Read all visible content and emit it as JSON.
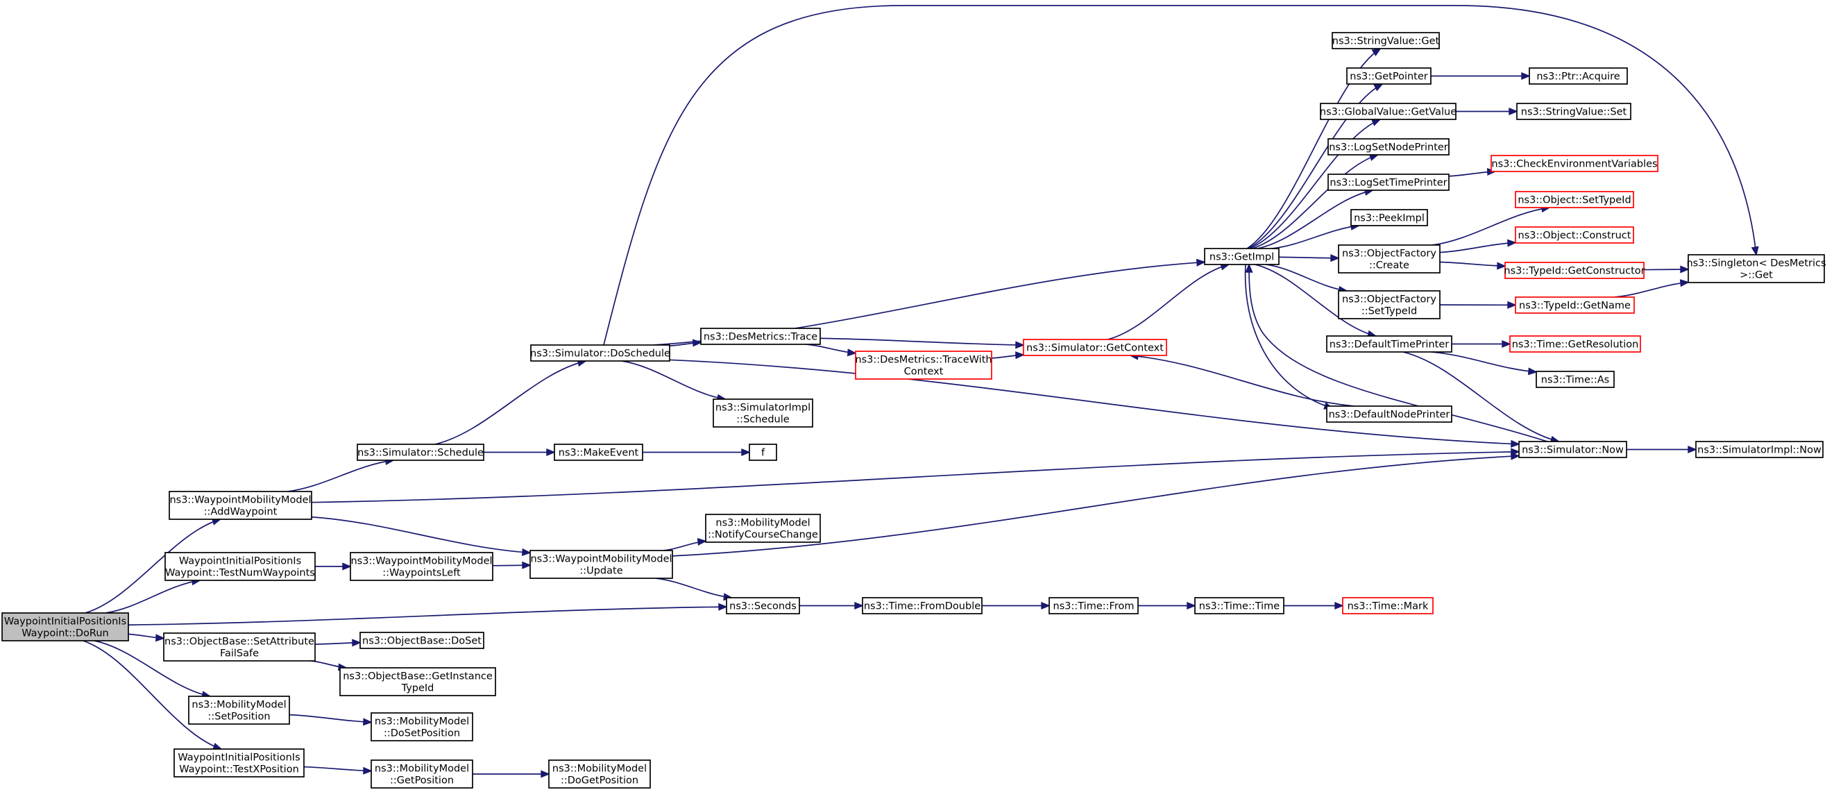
{
  "colors": {
    "edge": "#191970",
    "node_border": "#000000",
    "node_border_incomplete": "#ff0000",
    "root_fill": "#bfbfbf",
    "node_fill": "#ffffff"
  },
  "nodes": [
    {
      "id": "root",
      "lines": [
        "WaypointInitialPositionIs",
        "Waypoint::DoRun"
      ],
      "root": true
    },
    {
      "id": "addWaypoint",
      "lines": [
        "ns3::WaypointMobilityModel",
        "::AddWaypoint"
      ]
    },
    {
      "id": "testNum",
      "lines": [
        "WaypointInitialPositionIs",
        "Waypoint::TestNumWaypoints"
      ]
    },
    {
      "id": "setAttr",
      "lines": [
        "ns3::ObjectBase::SetAttribute",
        "FailSafe"
      ]
    },
    {
      "id": "setPos",
      "lines": [
        "ns3::MobilityModel",
        "::SetPosition"
      ]
    },
    {
      "id": "testX",
      "lines": [
        "WaypointInitialPositionIs",
        "Waypoint::TestXPosition"
      ]
    },
    {
      "id": "schedule",
      "lines": [
        "ns3::Simulator::Schedule"
      ]
    },
    {
      "id": "waypointsLeft",
      "lines": [
        "ns3::WaypointMobilityModel",
        "::WaypointsLeft"
      ]
    },
    {
      "id": "doSet",
      "lines": [
        "ns3::ObjectBase::DoSet"
      ]
    },
    {
      "id": "getInstanceTypeId",
      "lines": [
        "ns3::ObjectBase::GetInstance",
        "TypeId"
      ]
    },
    {
      "id": "doSetPos",
      "lines": [
        "ns3::MobilityModel",
        "::DoSetPosition"
      ]
    },
    {
      "id": "getPos",
      "lines": [
        "ns3::MobilityModel",
        "::GetPosition"
      ]
    },
    {
      "id": "doGetPos",
      "lines": [
        "ns3::MobilityModel",
        "::DoGetPosition"
      ]
    },
    {
      "id": "doSchedule",
      "lines": [
        "ns3::Simulator::DoSchedule"
      ]
    },
    {
      "id": "makeEvent",
      "lines": [
        "ns3::MakeEvent"
      ]
    },
    {
      "id": "f",
      "lines": [
        "f"
      ]
    },
    {
      "id": "update",
      "lines": [
        "ns3::WaypointMobilityModel",
        "::Update"
      ]
    },
    {
      "id": "notify",
      "lines": [
        "ns3::MobilityModel",
        "::NotifyCourseChange"
      ]
    },
    {
      "id": "seconds",
      "lines": [
        "ns3::Seconds"
      ]
    },
    {
      "id": "fromDouble",
      "lines": [
        "ns3::Time::FromDouble"
      ]
    },
    {
      "id": "from",
      "lines": [
        "ns3::Time::From"
      ]
    },
    {
      "id": "timeTime",
      "lines": [
        "ns3::Time::Time"
      ]
    },
    {
      "id": "timeMark",
      "lines": [
        "ns3::Time::Mark"
      ],
      "incomplete": true
    },
    {
      "id": "desTrace",
      "lines": [
        "ns3::DesMetrics::Trace"
      ]
    },
    {
      "id": "traceWithContext",
      "lines": [
        "ns3::DesMetrics::TraceWith",
        "Context"
      ],
      "incomplete": true
    },
    {
      "id": "simImplSchedule",
      "lines": [
        "ns3::SimulatorImpl",
        "::Schedule"
      ]
    },
    {
      "id": "getContext",
      "lines": [
        "ns3::Simulator::GetContext"
      ],
      "incomplete": true
    },
    {
      "id": "getImpl",
      "lines": [
        "ns3::GetImpl"
      ]
    },
    {
      "id": "stringGet",
      "lines": [
        "ns3::StringValue::Get"
      ]
    },
    {
      "id": "getPointer",
      "lines": [
        "ns3::GetPointer"
      ]
    },
    {
      "id": "ptrAcquire",
      "lines": [
        "ns3::Ptr::Acquire"
      ]
    },
    {
      "id": "globalGet",
      "lines": [
        "ns3::GlobalValue::GetValue"
      ]
    },
    {
      "id": "stringSet",
      "lines": [
        "ns3::StringValue::Set"
      ]
    },
    {
      "id": "logSetNode",
      "lines": [
        "ns3::LogSetNodePrinter"
      ]
    },
    {
      "id": "logSetTime",
      "lines": [
        "ns3::LogSetTimePrinter"
      ]
    },
    {
      "id": "checkEnv",
      "lines": [
        "ns3::CheckEnvironmentVariables"
      ],
      "incomplete": true
    },
    {
      "id": "peekImpl",
      "lines": [
        "ns3::PeekImpl"
      ]
    },
    {
      "id": "ofCreate",
      "lines": [
        "ns3::ObjectFactory",
        "::Create"
      ]
    },
    {
      "id": "objSetTypeId",
      "lines": [
        "ns3::Object::SetTypeId"
      ],
      "incomplete": true
    },
    {
      "id": "objConstruct",
      "lines": [
        "ns3::Object::Construct"
      ],
      "incomplete": true
    },
    {
      "id": "getConstructor",
      "lines": [
        "ns3::TypeId::GetConstructor"
      ],
      "incomplete": true
    },
    {
      "id": "singleton",
      "lines": [
        "ns3::Singleton< DesMetrics",
        ">::Get"
      ]
    },
    {
      "id": "ofSetTypeId",
      "lines": [
        "ns3::ObjectFactory",
        "::SetTypeId"
      ]
    },
    {
      "id": "typeIdGetName",
      "lines": [
        "ns3::TypeId::GetName"
      ],
      "incomplete": true
    },
    {
      "id": "defaultTimePrinter",
      "lines": [
        "ns3::DefaultTimePrinter"
      ]
    },
    {
      "id": "getResolution",
      "lines": [
        "ns3::Time::GetResolution"
      ],
      "incomplete": true
    },
    {
      "id": "timeAs",
      "lines": [
        "ns3::Time::As"
      ]
    },
    {
      "id": "defaultNodePrinter",
      "lines": [
        "ns3::DefaultNodePrinter"
      ]
    },
    {
      "id": "simNow",
      "lines": [
        "ns3::Simulator::Now"
      ]
    },
    {
      "id": "simImplNow",
      "lines": [
        "ns3::SimulatorImpl::Now"
      ]
    }
  ],
  "edges": [
    {
      "from": "root",
      "to": "addWaypoint"
    },
    {
      "from": "root",
      "to": "testNum"
    },
    {
      "from": "root",
      "to": "seconds"
    },
    {
      "from": "root",
      "to": "setAttr"
    },
    {
      "from": "root",
      "to": "setPos"
    },
    {
      "from": "root",
      "to": "testX"
    },
    {
      "from": "addWaypoint",
      "to": "schedule"
    },
    {
      "from": "addWaypoint",
      "to": "simNow"
    },
    {
      "from": "addWaypoint",
      "to": "update"
    },
    {
      "from": "testNum",
      "to": "waypointsLeft"
    },
    {
      "from": "waypointsLeft",
      "to": "update"
    },
    {
      "from": "setAttr",
      "to": "doSet"
    },
    {
      "from": "setAttr",
      "to": "getInstanceTypeId"
    },
    {
      "from": "setPos",
      "to": "doSetPos"
    },
    {
      "from": "testX",
      "to": "getPos"
    },
    {
      "from": "getPos",
      "to": "doGetPos"
    },
    {
      "from": "schedule",
      "to": "doSchedule"
    },
    {
      "from": "schedule",
      "to": "makeEvent"
    },
    {
      "from": "makeEvent",
      "to": "f"
    },
    {
      "from": "update",
      "to": "notify"
    },
    {
      "from": "update",
      "to": "seconds"
    },
    {
      "from": "update",
      "to": "simNow"
    },
    {
      "from": "seconds",
      "to": "fromDouble"
    },
    {
      "from": "fromDouble",
      "to": "from"
    },
    {
      "from": "from",
      "to": "timeTime"
    },
    {
      "from": "timeTime",
      "to": "timeMark"
    },
    {
      "from": "doSchedule",
      "to": "singleton"
    },
    {
      "from": "doSchedule",
      "to": "getImpl"
    },
    {
      "from": "doSchedule",
      "to": "desTrace"
    },
    {
      "from": "doSchedule",
      "to": "simImplSchedule"
    },
    {
      "from": "doSchedule",
      "to": "simNow"
    },
    {
      "from": "desTrace",
      "to": "getContext"
    },
    {
      "from": "desTrace",
      "to": "traceWithContext"
    },
    {
      "from": "traceWithContext",
      "to": "getContext"
    },
    {
      "from": "getContext",
      "to": "getImpl"
    },
    {
      "from": "defaultNodePrinter",
      "to": "getContext"
    },
    {
      "from": "getImpl",
      "to": "stringGet"
    },
    {
      "from": "getImpl",
      "to": "getPointer"
    },
    {
      "from": "getImpl",
      "to": "globalGet"
    },
    {
      "from": "getImpl",
      "to": "logSetNode"
    },
    {
      "from": "getImpl",
      "to": "logSetTime"
    },
    {
      "from": "getImpl",
      "to": "peekImpl"
    },
    {
      "from": "getImpl",
      "to": "ofCreate"
    },
    {
      "from": "getImpl",
      "to": "ofSetTypeId"
    },
    {
      "from": "getImpl",
      "to": "defaultTimePrinter"
    },
    {
      "from": "getImpl",
      "to": "defaultNodePrinter"
    },
    {
      "from": "getPointer",
      "to": "ptrAcquire"
    },
    {
      "from": "globalGet",
      "to": "stringSet"
    },
    {
      "from": "logSetTime",
      "to": "checkEnv"
    },
    {
      "from": "ofCreate",
      "to": "objSetTypeId"
    },
    {
      "from": "ofCreate",
      "to": "objConstruct"
    },
    {
      "from": "ofCreate",
      "to": "getConstructor"
    },
    {
      "from": "getConstructor",
      "to": "singleton"
    },
    {
      "from": "ofSetTypeId",
      "to": "typeIdGetName"
    },
    {
      "from": "typeIdGetName",
      "to": "singleton"
    },
    {
      "from": "defaultTimePrinter",
      "to": "getResolution"
    },
    {
      "from": "defaultTimePrinter",
      "to": "timeAs"
    },
    {
      "from": "defaultTimePrinter",
      "to": "simNow"
    },
    {
      "from": "simNow",
      "to": "getImpl"
    },
    {
      "from": "simNow",
      "to": "simImplNow"
    }
  ]
}
